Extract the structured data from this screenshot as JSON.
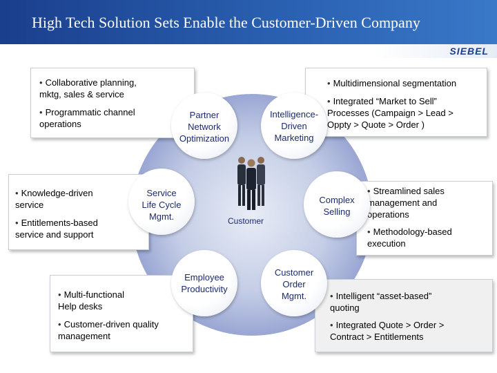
{
  "title": "High Tech Solution Sets Enable the Customer-Driven Company",
  "logo": "SIEBEL",
  "center": {
    "label": "Customer"
  },
  "nodes": {
    "partner": "Partner\nNetwork\nOptimization",
    "marketing": "Intelligence-\nDriven\nMarketing",
    "selling": "Complex\nSelling",
    "order": "Customer\nOrder\nMgmt.",
    "employee": "Employee\nProductivity",
    "service": "Service\nLife Cycle\nMgmt."
  },
  "boxes": {
    "partner": [
      "Collaborative planning,\nmktg, sales & service",
      "Programmatic channel\noperations"
    ],
    "marketing": [
      "Multidimensional segmentation",
      "Integrated “Market to Sell”\nProcesses  (Campaign > Lead >\nOppty > Quote > Order )"
    ],
    "selling": [
      "Streamlined sales\nmanagement and\noperations",
      "Methodology-based\nexecution"
    ],
    "order": [
      "Intelligent “asset-based”\nquoting",
      "Integrated Quote > Order >\nContract > Entitlements"
    ],
    "employee": [
      "Multi-functional\nHelp desks",
      "Customer-driven quality\nmanagement"
    ],
    "service": [
      "Knowledge-driven\nservice",
      "Entitlements-based\nservice and support"
    ]
  },
  "colors": {
    "header": "#1a3f8c",
    "node_text": "#1a2a6c",
    "ring": "#8a98cc"
  }
}
